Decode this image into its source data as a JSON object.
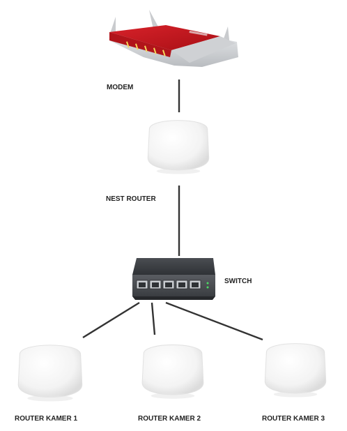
{
  "diagram": {
    "labels": {
      "modem": "MODEM",
      "nest_router": "NEST ROUTER",
      "switch": "SWITCH",
      "router_1": "ROUTER KAMER 1",
      "router_2": "ROUTER KAMER 2",
      "router_3": "ROUTER KAMER 3"
    },
    "colors": {
      "modem_red": "#c5141b",
      "modem_silver": "#d7d9dc",
      "router_white": "#f6f6f6",
      "switch_body": "#3c3f43",
      "switch_ports": "#8e9196",
      "connector_line": "#333333"
    },
    "devices": [
      {
        "id": "modem",
        "icon": "modem-icon"
      },
      {
        "id": "nest-router",
        "icon": "mesh-router-icon"
      },
      {
        "id": "switch",
        "icon": "network-switch-icon"
      },
      {
        "id": "router-kamer-1",
        "icon": "mesh-router-icon"
      },
      {
        "id": "router-kamer-2",
        "icon": "mesh-router-icon"
      },
      {
        "id": "router-kamer-3",
        "icon": "mesh-router-icon"
      }
    ]
  }
}
